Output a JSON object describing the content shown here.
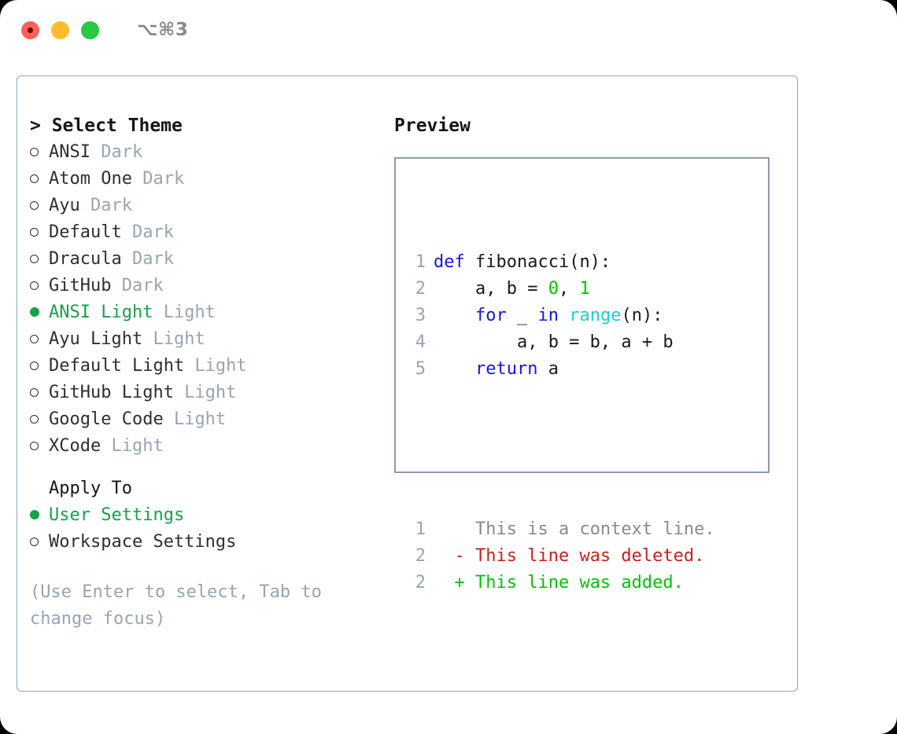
{
  "window": {
    "shortcut": "⌥⌘3",
    "traffic_lights": [
      "close-red",
      "minimize-yellow",
      "zoom-green"
    ],
    "accent_green": "#14a349",
    "muted_gray": "#9aa4b2",
    "border_color": "#97a3b4"
  },
  "theme_picker": {
    "header": "> Select Theme",
    "options": [
      {
        "marker": "o",
        "label": "ANSI",
        "tag": "Dark",
        "selected": false
      },
      {
        "marker": "o",
        "label": "Atom One",
        "tag": "Dark",
        "selected": false
      },
      {
        "marker": "o",
        "label": "Ayu",
        "tag": "Dark",
        "selected": false
      },
      {
        "marker": "o",
        "label": "Default",
        "tag": "Dark",
        "selected": false
      },
      {
        "marker": "o",
        "label": "Dracula",
        "tag": "Dark",
        "selected": false
      },
      {
        "marker": "o",
        "label": "GitHub",
        "tag": "Dark",
        "selected": false
      },
      {
        "marker": "●",
        "label": "ANSI Light",
        "tag": "Light",
        "selected": true
      },
      {
        "marker": "o",
        "label": "Ayu Light",
        "tag": "Light",
        "selected": false
      },
      {
        "marker": "o",
        "label": "Default Light",
        "tag": "Light",
        "selected": false
      },
      {
        "marker": "o",
        "label": "GitHub Light",
        "tag": "Light",
        "selected": false
      },
      {
        "marker": "o",
        "label": "Google Code",
        "tag": "Light",
        "selected": false
      },
      {
        "marker": "o",
        "label": "XCode",
        "tag": "Light",
        "selected": false
      }
    ]
  },
  "apply_to": {
    "title": "Apply To",
    "options": [
      {
        "marker": "●",
        "label": "User Settings",
        "selected": true
      },
      {
        "marker": "o",
        "label": "Workspace Settings",
        "selected": false
      }
    ]
  },
  "hint": "(Use Enter to select, Tab to change focus)",
  "preview": {
    "header": "Preview",
    "code_lines": [
      {
        "num": "1",
        "tokens": [
          {
            "text": "def",
            "kind": "kw"
          },
          {
            "text": " fibonacci(n):",
            "kind": "plain"
          }
        ]
      },
      {
        "num": "2",
        "tokens": [
          {
            "text": "    a, b = ",
            "kind": "plain"
          },
          {
            "text": "0",
            "kind": "num"
          },
          {
            "text": ", ",
            "kind": "plain"
          },
          {
            "text": "1",
            "kind": "num"
          }
        ]
      },
      {
        "num": "3",
        "tokens": [
          {
            "text": "    ",
            "kind": "plain"
          },
          {
            "text": "for",
            "kind": "kw"
          },
          {
            "text": " _ ",
            "kind": "plain"
          },
          {
            "text": "in",
            "kind": "kw"
          },
          {
            "text": " ",
            "kind": "plain"
          },
          {
            "text": "range",
            "kind": "fn"
          },
          {
            "text": "(n):",
            "kind": "plain"
          }
        ]
      },
      {
        "num": "4",
        "tokens": [
          {
            "text": "        a, b = b, a + b",
            "kind": "plain"
          }
        ]
      },
      {
        "num": "5",
        "tokens": [
          {
            "text": "    ",
            "kind": "plain"
          },
          {
            "text": "return",
            "kind": "kw"
          },
          {
            "text": " a",
            "kind": "plain"
          }
        ]
      }
    ],
    "diff_lines": [
      {
        "num": "1",
        "sign": " ",
        "text": " This is a context line.",
        "kind": "ctx"
      },
      {
        "num": "2",
        "sign": "-",
        "text": " This line was deleted.",
        "kind": "del"
      },
      {
        "num": "2",
        "sign": "+",
        "text": " This line was added.",
        "kind": "add"
      }
    ]
  }
}
